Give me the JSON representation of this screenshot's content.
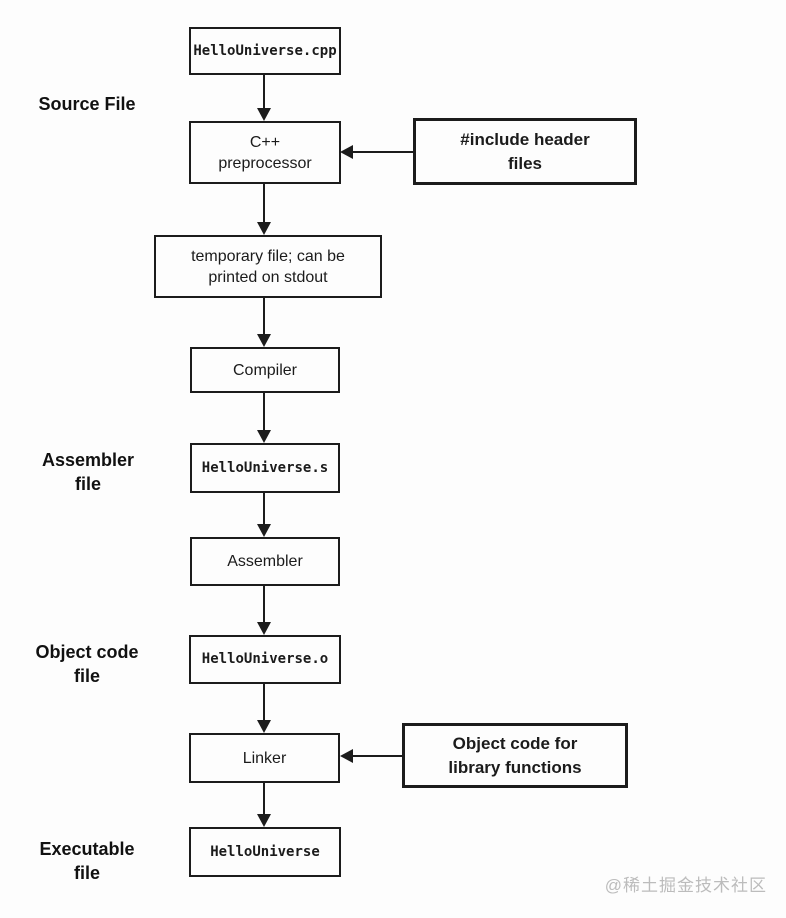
{
  "side_labels": [
    {
      "text": "Source File"
    },
    {
      "text": "Assembler\nfile"
    },
    {
      "text": "Object code\nfile"
    },
    {
      "text": "Executable\nfile"
    }
  ],
  "nodes": [
    {
      "label": "HelloUniverse.cpp",
      "kind": "file"
    },
    {
      "label": "C++\npreprocessor",
      "kind": "process"
    },
    {
      "label": "temporary file; can be\nprinted on stdout",
      "kind": "process"
    },
    {
      "label": "Compiler",
      "kind": "process"
    },
    {
      "label": "HelloUniverse.s",
      "kind": "file"
    },
    {
      "label": "Assembler",
      "kind": "process"
    },
    {
      "label": "HelloUniverse.o",
      "kind": "file"
    },
    {
      "label": "Linker",
      "kind": "process"
    },
    {
      "label": "HelloUniverse",
      "kind": "file"
    }
  ],
  "input_boxes": [
    {
      "label": "#include header\nfiles"
    },
    {
      "label": "Object code for\nlibrary functions"
    }
  ],
  "watermark": "@稀土掘金技术社区"
}
